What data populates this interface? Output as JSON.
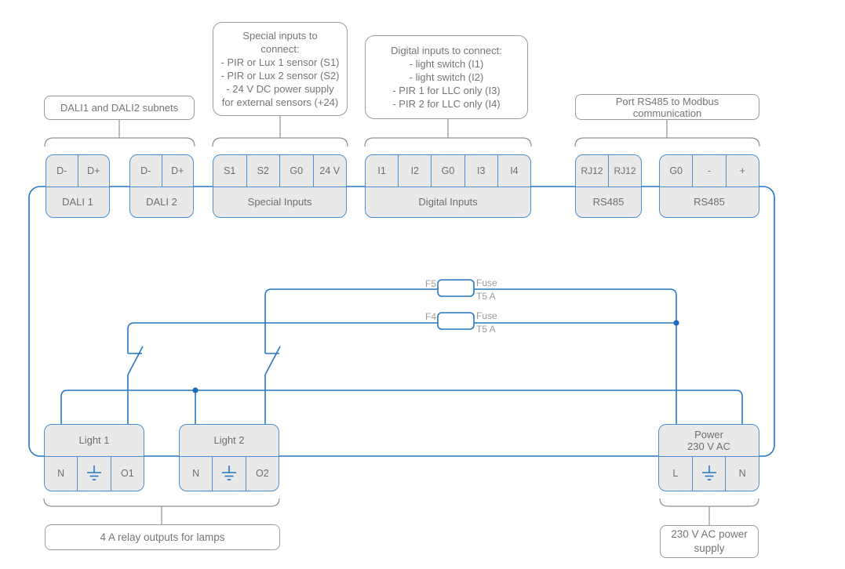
{
  "colors": {
    "wire_blue": "#2577c4",
    "block_border_blue": "#4a8fd2",
    "block_fill_gray": "#e9e9e9",
    "note_border_gray": "#9b9b9b",
    "terminal_text_gray": "#6e6e6e",
    "note_text_gray": "#757575"
  },
  "notes": {
    "dali": "DALI1 and DALI2 subnets",
    "special_lines": [
      "Special inputs to",
      "connect:",
      "- PIR or Lux 1 sensor (S1)",
      "- PIR or Lux 2 sensor (S2)",
      "- 24 V DC power supply",
      "for external sensors (+24)"
    ],
    "digital_lines": [
      "Digital inputs to connect:",
      "- light switch (I1)",
      "- light switch (I2)",
      "- PIR 1 for LLC only (I3)",
      "- PIR 2 for LLC only (I4)"
    ],
    "rs485": "Port RS485 to Modbus communication",
    "relay": "4 A relay outputs for lamps",
    "supply": "230 V AC power supply"
  },
  "blocks": {
    "dali1": {
      "label": "DALI 1",
      "terminals": [
        "D-",
        "D+"
      ]
    },
    "dali2": {
      "label": "DALI 2",
      "terminals": [
        "D-",
        "D+"
      ]
    },
    "special": {
      "label": "Special Inputs",
      "terminals": [
        "S1",
        "S2",
        "G0",
        "24 V"
      ]
    },
    "digital": {
      "label": "Digital Inputs",
      "terminals": [
        "I1",
        "I2",
        "G0",
        "I3",
        "I4"
      ]
    },
    "rs485_rj": {
      "label": "RS485",
      "terminals": [
        "RJ12",
        "RJ12"
      ]
    },
    "rs485_wire": {
      "label": "RS485",
      "terminals": [
        "G0",
        "-",
        "+"
      ]
    },
    "light1": {
      "label": "Light 1",
      "t_left": "N",
      "t_right": "O1"
    },
    "light2": {
      "label": "Light 2",
      "t_left": "N",
      "t_right": "O2"
    },
    "power": {
      "label_line1": "Power",
      "label_line2": "230 V AC",
      "t_left": "L",
      "t_right": "N"
    }
  },
  "fuses": {
    "f5": {
      "name": "F5",
      "type": "Fuse",
      "rating": "T5 A"
    },
    "f4": {
      "name": "F4",
      "type": "Fuse",
      "rating": "T5 A"
    }
  }
}
